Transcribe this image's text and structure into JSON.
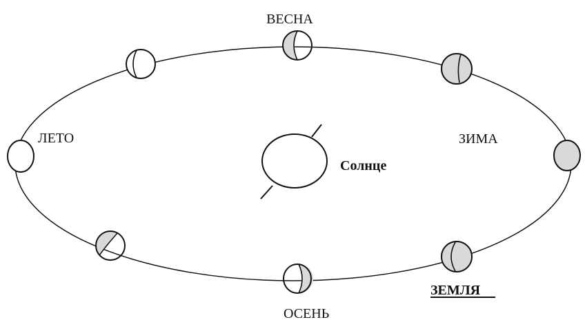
{
  "labels": {
    "spring": "ВЕСНА",
    "summer": "ЛЕТО",
    "winter": "ЗИМА",
    "autumn": "ОСЕНЬ",
    "sun": "Солнце",
    "earth": "ЗЕМЛЯ"
  },
  "colors": {
    "line": "#111111",
    "shade": "#d9d9d9",
    "background": "#ffffff"
  }
}
